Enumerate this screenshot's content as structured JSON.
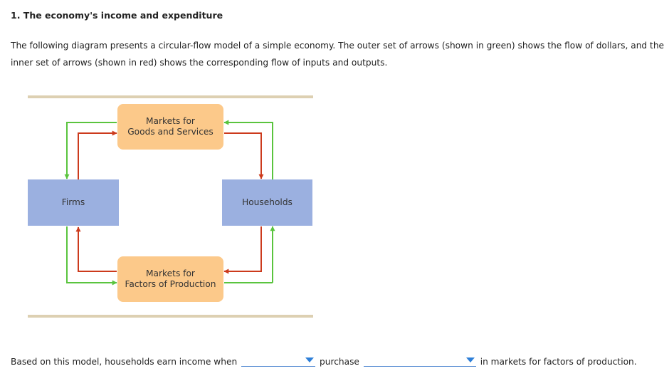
{
  "header": {
    "title": "1. The economy's income and expenditure"
  },
  "intro": {
    "line1": "The following diagram presents a circular-flow model of a simple economy. The outer set of arrows (shown in green) shows the flow of dollars, and the",
    "line2": "inner set of arrows (shown in red) shows the corresponding flow of inputs and outputs."
  },
  "diagram": {
    "nodes": {
      "goods_market": "Markets for\nGoods and Services",
      "firms": "Firms",
      "households": "Households",
      "factor_market": "Markets for\nFactors of Production"
    },
    "colors": {
      "dollar_flow": "#5ac43e",
      "goods_flow": "#cc3a1c",
      "market_box": "#fcc98a",
      "agent_box": "#9bb0e0",
      "rule": "#ddd0b2"
    }
  },
  "question": {
    "part1": "Based on this model, households earn income when",
    "part2": "purchase",
    "part3": "in markets for factors of production.",
    "dropdown1": {
      "selected": ""
    },
    "dropdown2": {
      "selected": ""
    }
  }
}
